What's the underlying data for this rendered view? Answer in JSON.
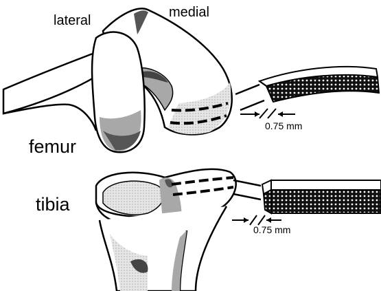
{
  "labels": {
    "lateral": "lateral",
    "medial": "medial",
    "femur": "femur",
    "tibia": "tibia",
    "thickness_femur": "0.75 mm",
    "thickness_tibia": "0.75 mm"
  },
  "colors": {
    "outline": "#000000",
    "bone": "#ffffff",
    "shade_light": "#dcdcdc",
    "shade_mid": "#a8a8a8",
    "shade_dark": "#555555",
    "cartilage_mesh": "#1a1a1a"
  }
}
